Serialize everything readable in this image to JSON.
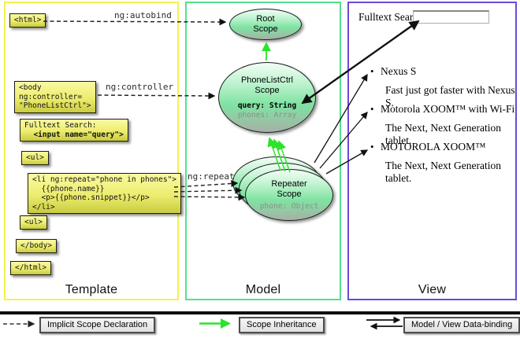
{
  "template": {
    "label": "Template",
    "html_open": "<html>",
    "body_open": "<body\nng:controller=\n\"PhoneListCtrl\">",
    "search_line1": "Fulltext Search:",
    "search_line2": "  <input name=\"query\">",
    "ul_open": "<ul>",
    "li_block": "<li ng:repeat=\"phone in phones\">\n  {{phone.name}}\n  <p>{{phone.snippet}}</p>\n</li>",
    "ul_close": "<ul>",
    "body_close": "</body>",
    "html_close": "</html>"
  },
  "model": {
    "label": "Model",
    "root": {
      "title": "Root\nScope"
    },
    "phonelist": {
      "title": "PhoneListCtrl\nScope",
      "prop_query": "query: String",
      "prop_phones": "phones: Array"
    },
    "repeater": {
      "title": "Repeater\nScope",
      "prop_phone": "phone: Object"
    }
  },
  "view": {
    "label": "View",
    "search_label": "Fulltext Search:",
    "search_value": "",
    "bullet_glyph": "•",
    "items": [
      {
        "name": "Nexus S",
        "desc": "Fast just got faster with Nexus S."
      },
      {
        "name": "Motorola XOOM™  with Wi-Fi",
        "desc": "The Next, Next Generation tablet."
      },
      {
        "name": "MOTOROLA XOOM™",
        "desc": "The Next, Next Generation tablet."
      }
    ]
  },
  "connectors": {
    "autobind": "ng:autobind",
    "controller": "ng:controller",
    "repeat": "ng:repeat"
  },
  "legend": {
    "implicit": "Implicit Scope Declaration",
    "inheritance": "Scope Inheritance",
    "databinding": "Model / View Data-binding"
  },
  "colors": {
    "template_border": "#f2f24e",
    "model_border": "#52e08e",
    "view_border": "#6a4ad8",
    "inheritance_green": "#2be32b",
    "code_box_yellow": "#ecec6e",
    "scope_green": "#7fe3a2"
  }
}
